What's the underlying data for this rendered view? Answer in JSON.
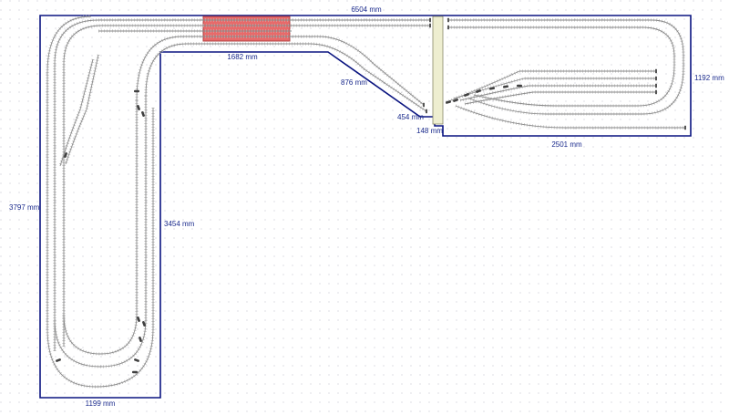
{
  "colors": {
    "background": "#ffffff",
    "grid_dot": "#c8c8d2",
    "outline": "#0a1480",
    "dimension_text": "#1a2a8c",
    "track": "#8a8a8a",
    "tie": "#bdbdbd",
    "station": "#e86a6a",
    "station_border": "#b04040",
    "bridge_fill": "#eeeed0",
    "bridge_border": "#888866",
    "switch": "#404040",
    "buffer": "#555555"
  },
  "dimensions": {
    "top_length": "6504 mm",
    "station_length": "1682 mm",
    "diagonal": "876 mm",
    "notch_height": "454 mm",
    "notch_width": "148 mm",
    "right_height": "1192 mm",
    "right_bottom": "2501 mm",
    "left_height": "3797 mm",
    "inner_height": "3454 mm",
    "bottom_width": "1199 mm"
  },
  "icons": {
    "switch": "track-switch-icon",
    "buffer": "buffer-stop-icon"
  }
}
